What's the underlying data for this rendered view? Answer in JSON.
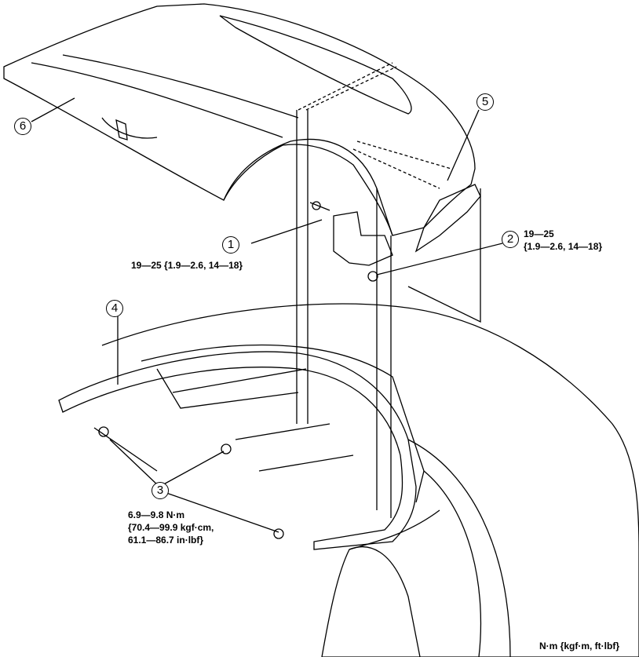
{
  "callouts": {
    "c1": "1",
    "c2": "2",
    "c3": "3",
    "c4": "4",
    "c5": "5",
    "c6": "6"
  },
  "torque": {
    "part1": "19—25 {1.9—2.6, 14—18}",
    "part2_line1": "19—25",
    "part2_line2": "{1.9—2.6, 14—18}",
    "part3_line1": "6.9—9.8 N·m",
    "part3_line2": "{70.4—99.9 kgf·cm,",
    "part3_line3": "61.1—86.7 in·lbf}"
  },
  "units": "N·m {kgf·m, ft·lbf}"
}
